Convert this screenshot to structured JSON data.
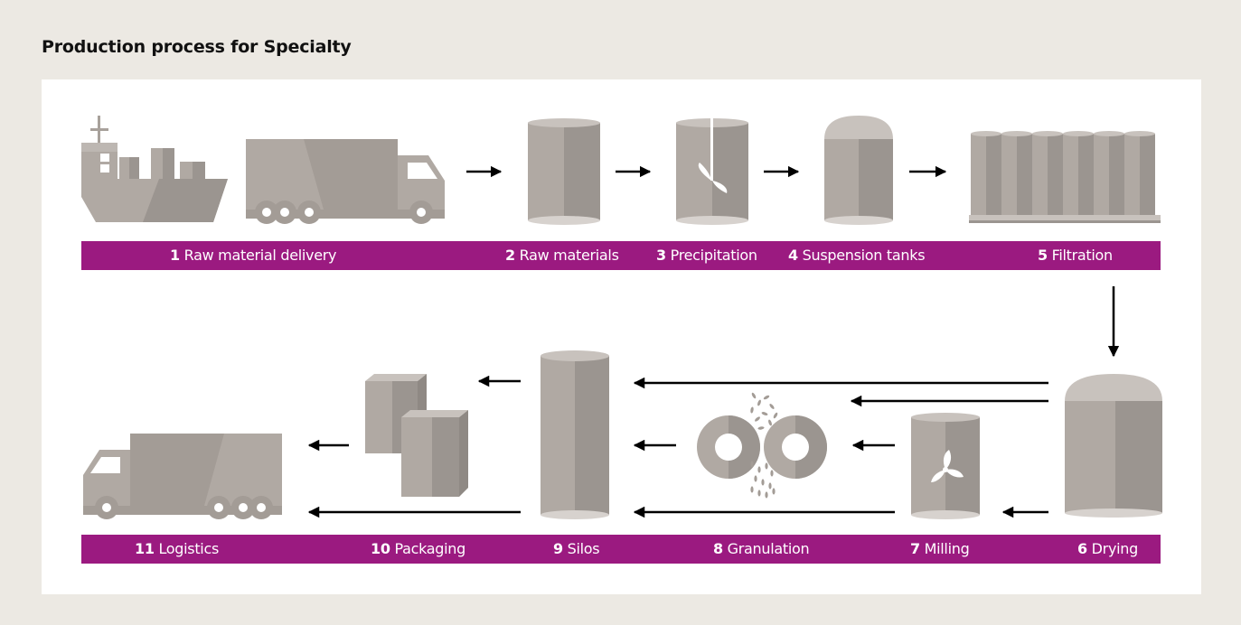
{
  "title": "Production process for Specialty",
  "colors": {
    "page_background": "#ece9e3",
    "panel_background": "#ffffff",
    "label_bar": "#9b1a80",
    "equipment_light": "#b0a9a3",
    "equipment_dark": "#9b9590",
    "equipment_top": "#c8c2bd",
    "arrow": "#000000"
  },
  "steps": [
    {
      "num": "1",
      "name": "Raw material delivery",
      "icons": [
        "ship-icon",
        "truck-icon"
      ]
    },
    {
      "num": "2",
      "name": "Raw materials",
      "icons": [
        "tank-icon"
      ]
    },
    {
      "num": "3",
      "name": "Precipitation",
      "icons": [
        "stirred-reactor-icon"
      ]
    },
    {
      "num": "4",
      "name": "Suspension tanks",
      "icons": [
        "domed-tank-icon"
      ]
    },
    {
      "num": "5",
      "name": "Filtration",
      "icons": [
        "filter-press-icon"
      ]
    },
    {
      "num": "6",
      "name": "Drying",
      "icons": [
        "dryer-icon"
      ]
    },
    {
      "num": "7",
      "name": "Milling",
      "icons": [
        "mill-icon"
      ]
    },
    {
      "num": "8",
      "name": "Granulation",
      "icons": [
        "granulator-rollers-icon"
      ]
    },
    {
      "num": "9",
      "name": "Silos",
      "icons": [
        "silo-icon"
      ]
    },
    {
      "num": "10",
      "name": "Packaging",
      "icons": [
        "boxes-icon"
      ]
    },
    {
      "num": "11",
      "name": "Logistics",
      "icons": [
        "truck-icon"
      ]
    }
  ]
}
